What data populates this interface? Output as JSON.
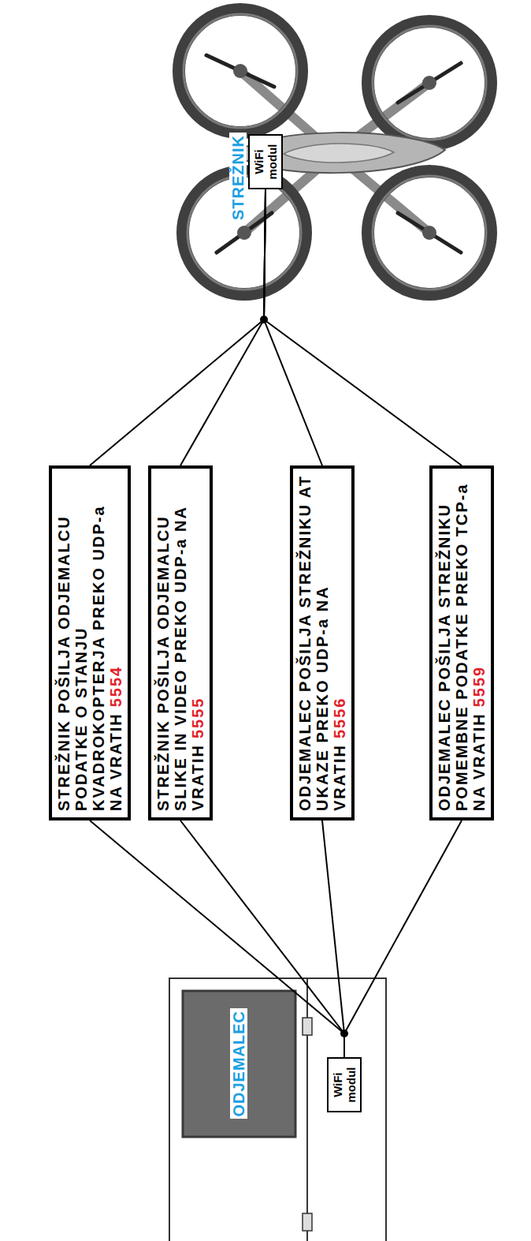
{
  "diagram": {
    "nodes": [
      {
        "text": [
          "ODJEMALEC"
        ]
      },
      {
        "text": [
          "WiFi modul"
        ],
        "in": 0
      },
      {
        "text": [
          "STREŽNIK POŠILJA ODJEMALCU PODATKE O STANJU KVADROKOPTERJA PREKO UDP-a NA VRATIH",
          "5554"
        ]
      },
      {
        "text": [
          "STREŽNIK POŠILJA ODJEMALCU SLIKE IN VIDEO PREKO UDP-a NA VRATIH",
          "5555"
        ]
      },
      {
        "text": [
          "ODJEMALEC POŠILJA STREŽNIKU AT UKAZE PREKO UDP-a NA VRATIH",
          "5556"
        ]
      },
      {
        "text": [
          "ODJEMALEC POŠILJA STREŽNIKU POMEMBNE PODATKE PREKO TCP-a NA VRATIH",
          "5559"
        ]
      },
      {
        "text": [
          "STREŽNIK"
        ]
      },
      {
        "text": [
          "WiFi modul"
        ],
        "in": 6
      }
    ],
    "edges": [
      {
        "from": 1,
        "to": 2,
        "arrow": "none"
      },
      {
        "from": 1,
        "to": 3,
        "arrow": "none"
      },
      {
        "from": 1,
        "to": 4,
        "arrow": "none"
      },
      {
        "from": 1,
        "to": 5,
        "arrow": "none"
      },
      {
        "from": 2,
        "to": 7,
        "arrow": "none"
      },
      {
        "from": 3,
        "to": 7,
        "arrow": "none"
      },
      {
        "from": 4,
        "to": 7,
        "arrow": "none"
      },
      {
        "from": 5,
        "to": 7,
        "arrow": "none"
      }
    ]
  }
}
